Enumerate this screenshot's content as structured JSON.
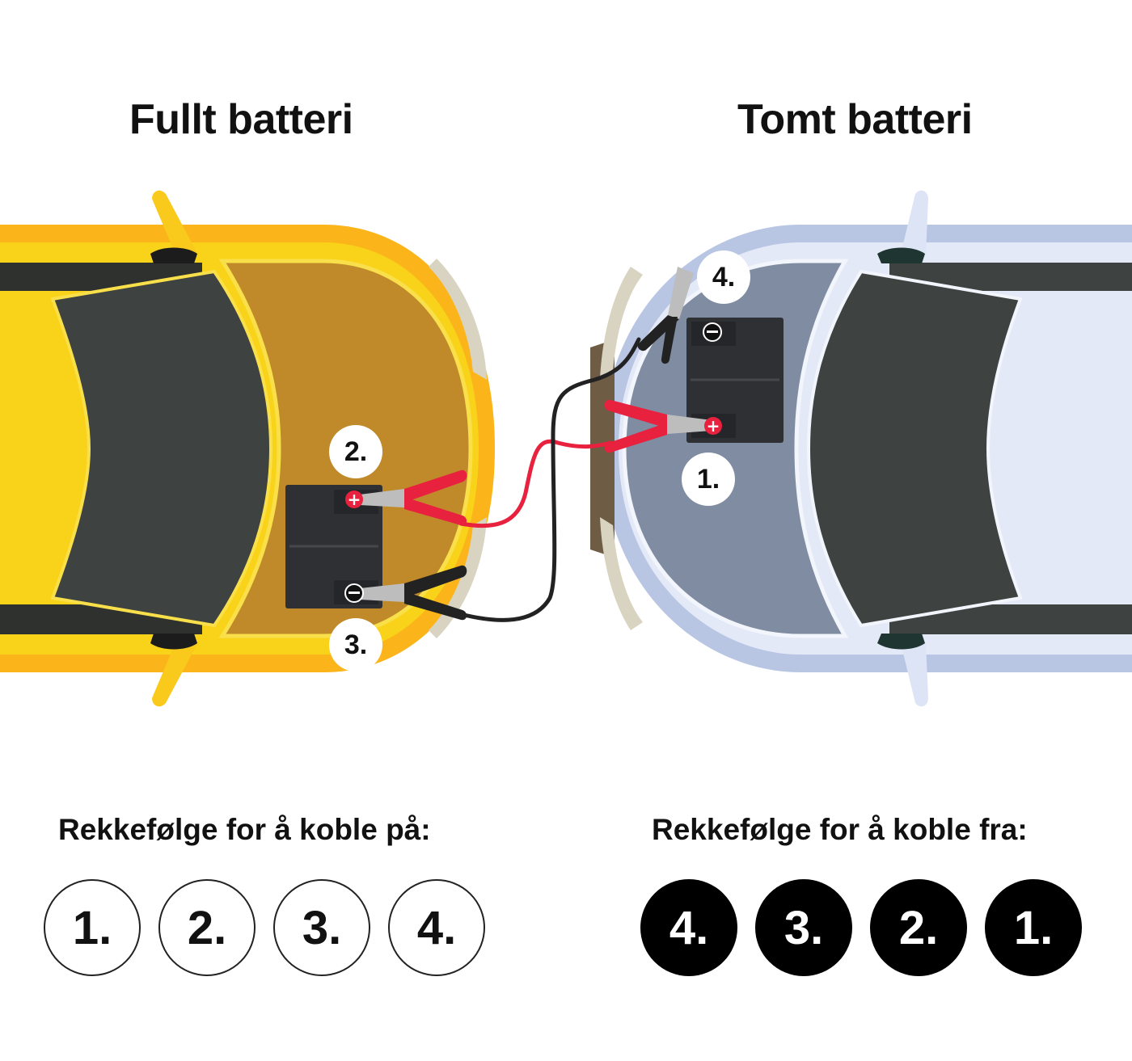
{
  "titles": {
    "full": "Fullt batteri",
    "empty": "Tomt batteri"
  },
  "steps": {
    "s1": "1.",
    "s2": "2.",
    "s3": "3.",
    "s4": "4."
  },
  "connect": {
    "heading": "Rekkefølge for å koble på:",
    "order": [
      "1.",
      "2.",
      "3.",
      "4."
    ]
  },
  "disconnect": {
    "heading": "Rekkefølge for å koble fra:",
    "order": [
      "4.",
      "3.",
      "2.",
      "1."
    ]
  },
  "colors": {
    "yellow_car": "#F9C91B",
    "yellow_hood": "#C08A2A",
    "silver_car": "#E4E9F7",
    "silver_hood": "#808CA1",
    "plus_cable": "#E8213F",
    "minus_cable": "#222222"
  }
}
